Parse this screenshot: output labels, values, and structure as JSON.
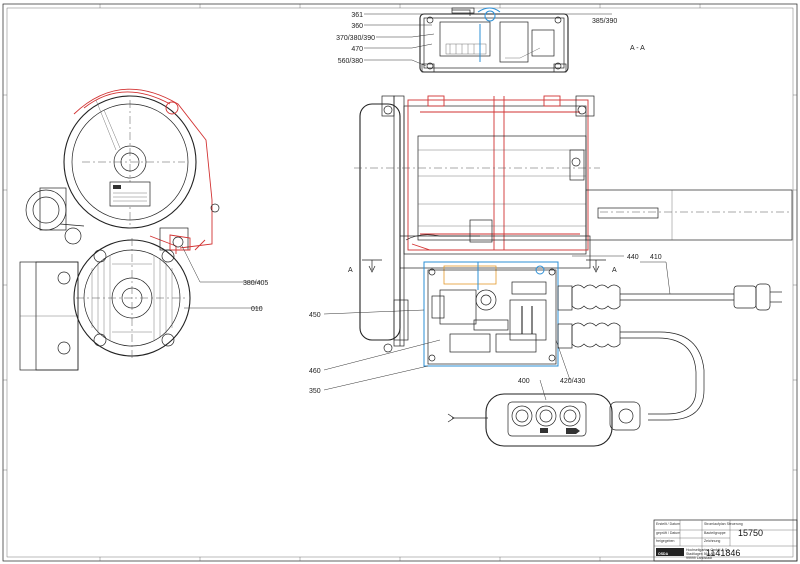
{
  "labels": {
    "l361": "361",
    "l360": "360",
    "l370": "370/380/390",
    "l470": "470",
    "l560": "560/380",
    "l385": "385/390",
    "section": "A - A",
    "l380_405": "380/405",
    "l010": "010",
    "l440": "440",
    "l410": "410",
    "l450": "450",
    "l460": "460",
    "l350": "350",
    "l400": "400",
    "l420": "420/430",
    "sectionA_left": "A",
    "sectionA_right": "A"
  },
  "title_block": {
    "number_top": "15750",
    "number_main": "1141846",
    "logo": "OSDA",
    "company_line1": "Hochseilgarten GmbH & Co.",
    "company_line2": "Stadtlagen 56a AG",
    "company_line3": "99999 Landstadt",
    "row1": "Stromlaufplan Steuerung",
    "row2": "Bauteilgruppe",
    "row3": "Zeichnung",
    "left_col1": "Erstellt / Datum",
    "left_col2": "geprüft / Datum",
    "left_col3": "freigegeben"
  }
}
